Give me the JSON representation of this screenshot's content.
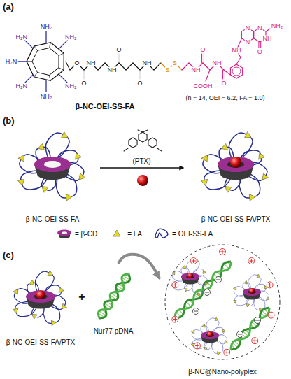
{
  "diagram": {
    "nodes": [
      {
        "text": [
          "β-NC-OEI-SS-FA"
        ]
      },
      {
        "text": [
          "β-NC-OEI-SS-FA/PTX"
        ]
      },
      {
        "text": [
          "β-NC-OEI-SS-FA/PTX"
        ]
      },
      {
        "text": [
          "Nur77 pDNA"
        ]
      },
      {
        "text": [
          "β-NC@Nano-polyplex"
        ]
      }
    ],
    "edges": [
      {
        "from": 0,
        "to": 1,
        "arrow": "to",
        "label": "(PTX)"
      },
      {
        "from": 3,
        "to": 4,
        "arrow": "to"
      }
    ],
    "labels": [
      "(a)",
      "H₂N",
      "NH₂",
      "NH₂",
      "H₂N",
      "H₂N",
      "NH₂",
      "NH₂",
      "O",
      "NH",
      "NH",
      "NH",
      "S",
      "S",
      "NH",
      "NH",
      "O",
      "O",
      "O",
      "O",
      "O",
      "COOH",
      "NH",
      "N",
      "N",
      "N",
      "NH",
      "NH₂",
      "O",
      "β-NC-OEI-SS-FA",
      "(n = 14, OEI = 6.2, FA = 1.0)",
      "(b)",
      "(c)",
      "+"
    ],
    "legend": [
      {
        "text": "= β-CD",
        "color": "#9b2f91"
      },
      {
        "text": "= FA"
      },
      {
        "text": "= OEI-SS-FA"
      }
    ]
  }
}
